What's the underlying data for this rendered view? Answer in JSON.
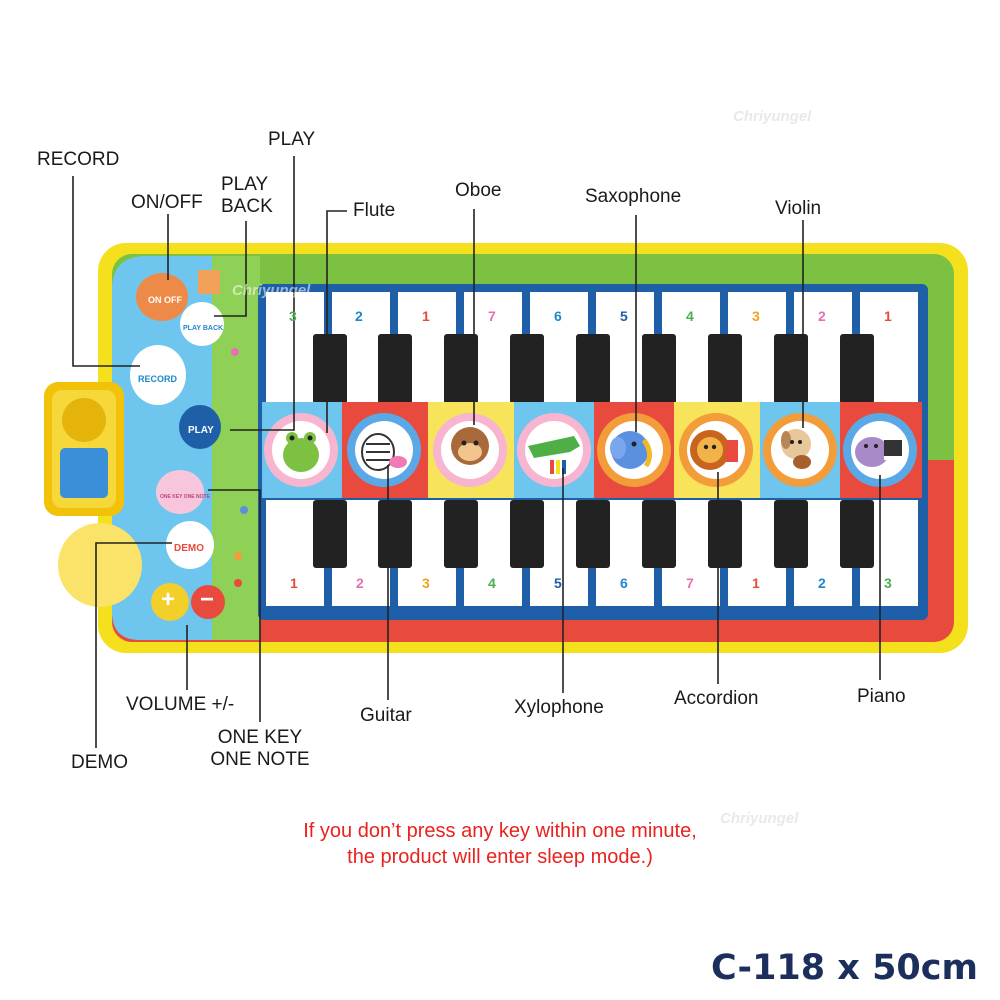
{
  "labels": {
    "record": "RECORD",
    "play": "PLAY",
    "on_off": "ON/OFF",
    "play_back_1": "PLAY",
    "play_back_2": "BACK",
    "flute": "Flute",
    "oboe": "Oboe",
    "saxophone": "Saxophone",
    "violin": "Violin",
    "volume": "VOLUME +/-",
    "guitar": "Guitar",
    "xylophone": "Xylophone",
    "accordion": "Accordion",
    "piano": "Piano",
    "demo": "DEMO",
    "one_key_1": "ONE KEY",
    "one_key_2": "ONE NOTE"
  },
  "mat_buttons": {
    "on_off": "ON OFF",
    "play_back": "PLAY BACK",
    "record": "RECORD",
    "play": "PLAY",
    "one_key": "ONE KEY ONE NOTE",
    "demo": "DEMO",
    "plus": "+",
    "minus": "−"
  },
  "top_key_numbers": [
    "3",
    "2",
    "1",
    "7",
    "6",
    "5",
    "4",
    "3",
    "2",
    "1"
  ],
  "bottom_key_numbers": [
    "1",
    "2",
    "3",
    "4",
    "5",
    "6",
    "7",
    "1",
    "2",
    "3"
  ],
  "warning": {
    "line1": "If you don’t press any key within one minute,",
    "line2": "the product will enter sleep mode.)"
  },
  "size_text": "C-118 x 50cm",
  "watermark": "Chriyungel",
  "colors": {
    "mat_yellow": "#f5e01e",
    "mat_green": "#7dc143",
    "mat_red": "#e84a3e",
    "mat_blue": "#1e5fa8",
    "sky_blue": "#6ec6ef",
    "warning_red": "#e8231f",
    "size_navy": "#1c2f5c"
  }
}
